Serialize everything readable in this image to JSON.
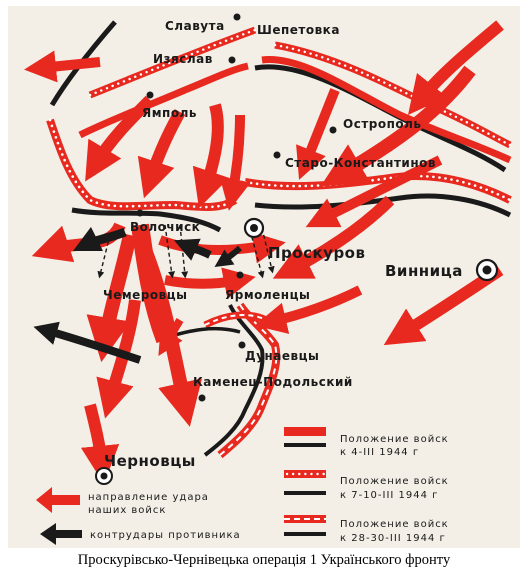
{
  "colors": {
    "red": "#e8291f",
    "black": "#1a1a1a",
    "paper": "#f3eee6"
  },
  "cities": {
    "slavuta": "Славута",
    "shepetovka": "Шепетовка",
    "izyaslav": "Изяслав",
    "yampol": "Ямполь",
    "ostropol": "Острополь",
    "staro": "Старо-Константинов",
    "volochisk": "Волочиск",
    "proskurov": "Проскуров",
    "vinnitsa": "Винница",
    "chemerovtsy": "Чемеровцы",
    "yarmolintsy": "Ярмоленцы",
    "dunaevtsy": "Дунаевцы",
    "kamenets": "Каменец-Подольский",
    "chernovtsy": "Черновцы"
  },
  "legend": {
    "pos1": {
      "line1": "Положение войск",
      "line2": "к 4-III 1944 г"
    },
    "pos2": {
      "line1": "Положение войск",
      "line2": "к 7-10-III 1944 г"
    },
    "pos3": {
      "line1": "Положение войск",
      "line2": "к 28-30-III 1944 г"
    },
    "attack": {
      "line1": "направление удара",
      "line2": "наших войск"
    },
    "counter": "контрудары противника"
  },
  "caption": "Проскурівсько-Чернівецька операція 1 Українського фронту"
}
